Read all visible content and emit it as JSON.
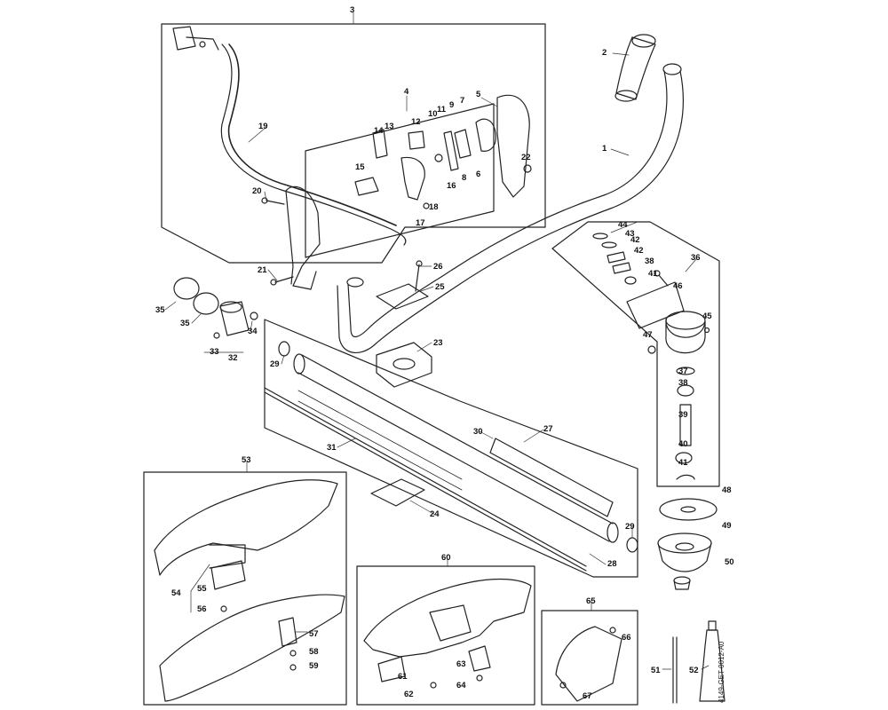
{
  "diagram": {
    "reference_code": "4149-GET-0012-A0",
    "parts": [
      "1",
      "2",
      "3",
      "4",
      "5",
      "6",
      "7",
      "8",
      "9",
      "10",
      "11",
      "12",
      "13",
      "14",
      "15",
      "16",
      "17",
      "18",
      "19",
      "20",
      "21",
      "22",
      "23",
      "24",
      "25",
      "26",
      "27",
      "28",
      "29",
      "30",
      "31",
      "32",
      "33",
      "34",
      "35",
      "36",
      "37",
      "38",
      "39",
      "40",
      "41",
      "42",
      "43",
      "44",
      "45",
      "46",
      "47",
      "48",
      "49",
      "50",
      "51",
      "52",
      "53",
      "54",
      "55",
      "56",
      "57",
      "58",
      "59",
      "60",
      "61",
      "62",
      "63",
      "64",
      "65",
      "66",
      "67"
    ]
  }
}
